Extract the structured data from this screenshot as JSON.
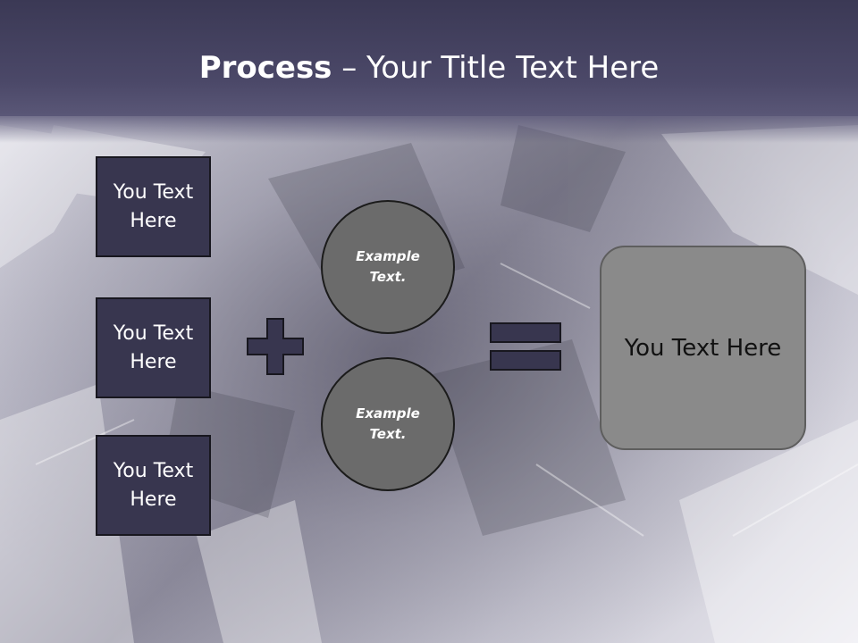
{
  "slide": {
    "title_bold": "Process",
    "title_rest": " – Your Title Text Here",
    "left_boxes": [
      "You Text Here",
      "You Text Here",
      "You Text Here"
    ],
    "circles": [
      "Example Text.",
      "Example Text."
    ],
    "result_box": "You Text Here"
  },
  "colors": {
    "title_bar": "#4b4868",
    "box_fill": "#38364f",
    "circle_fill": "#6b6b6b",
    "result_fill": "#8a8a8a",
    "operator_fill": "#38364f"
  },
  "icons": [
    "plus-icon",
    "equals-icon"
  ]
}
